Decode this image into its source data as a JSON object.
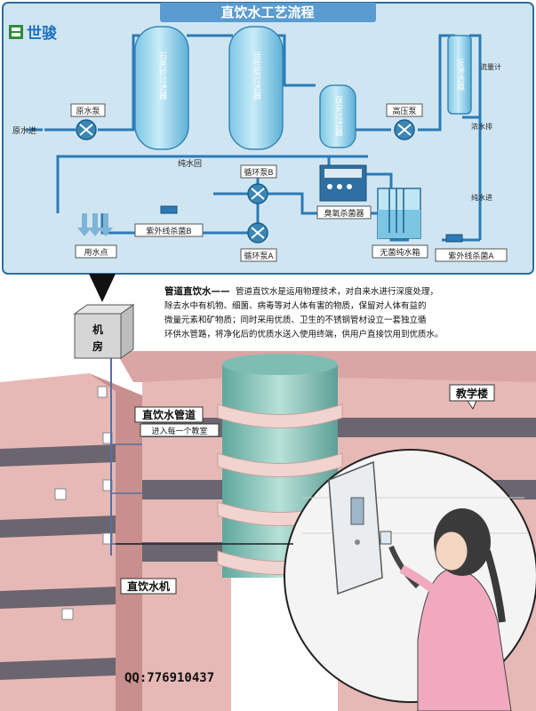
{
  "header": {
    "title": "直饮水工艺流程",
    "brand": "世骏"
  },
  "process": {
    "tank_sand_carbon": "石英砂过滤器",
    "tank_activated_carbon": "活性炭过滤器",
    "tank_precision": "保安过滤器",
    "ro_membrane": "反渗透膜",
    "raw_water_pump": "原水泵",
    "high_pressure_pump": "高压泵",
    "raw_water_in": "原水进",
    "flow_meter": "流量计",
    "concentrate_drain": "浓水排",
    "pure_water_in": "纯水进",
    "pure_water_return": "纯水回",
    "circulation_pump_b": "循环泵B",
    "circulation_pump_a": "循环泵A",
    "ozone_generator": "臭氧杀菌器",
    "uv_lamp_b": "紫外线杀菌B",
    "uv_lamp_a": "紫外线杀菌A",
    "sterile_tank": "无菌纯水箱",
    "use_point": "用水点"
  },
  "description": {
    "heading": "管道直饮水——",
    "line1": "管道直饮水是运用物理技术，对自来水进行深度处理，",
    "line2": "除去水中有机物、细菌、病毒等对人体有害的物质，保留对人体有益的",
    "line3": "微量元素和矿物质；同时采用优质、卫生的不锈钢管材设立一套独立循",
    "line4": "环供水管路，将净化后的优质水送入使用终端，供用户直接饮用到优质水。"
  },
  "building": {
    "machine_room": "机房",
    "machine_room_line1": "机",
    "machine_room_line2": "房",
    "pipe_label": "直饮水管道",
    "pipe_sub": "进入每一个教室",
    "teaching_building": "教学楼",
    "dispenser": "直饮水机"
  },
  "footer": {
    "qq": "QQ:776910437"
  },
  "colors": {
    "panel": "#cfe6f2",
    "title_bar": "#5a9ccf",
    "pipe": "#2b7bb6",
    "tank": "#8fd0ea",
    "building_pink": "#e7b9b6",
    "building_dark": "#6b6570",
    "glass": "#8fc9bf"
  }
}
